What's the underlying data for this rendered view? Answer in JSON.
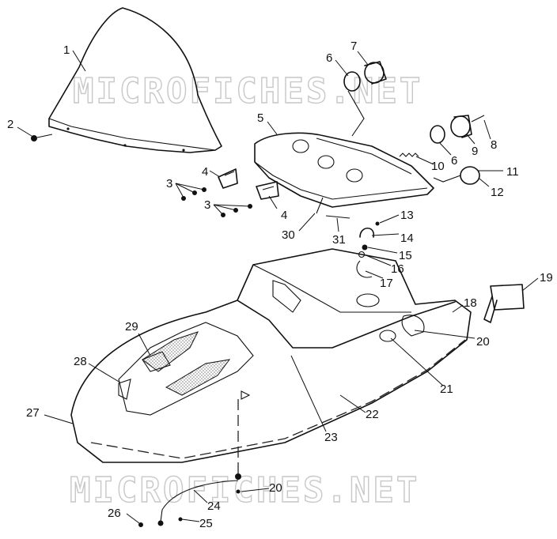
{
  "watermark": "MICROFICHES.NET",
  "callouts": [
    "1",
    "2",
    "3",
    "4",
    "3",
    "4",
    "5",
    "6",
    "7",
    "6",
    "9",
    "8",
    "10",
    "11",
    "12",
    "13",
    "30",
    "31",
    "14",
    "15",
    "16",
    "17",
    "19",
    "18",
    "20",
    "29",
    "28",
    "21",
    "27",
    "22",
    "23",
    "20",
    "24",
    "26",
    "25"
  ]
}
